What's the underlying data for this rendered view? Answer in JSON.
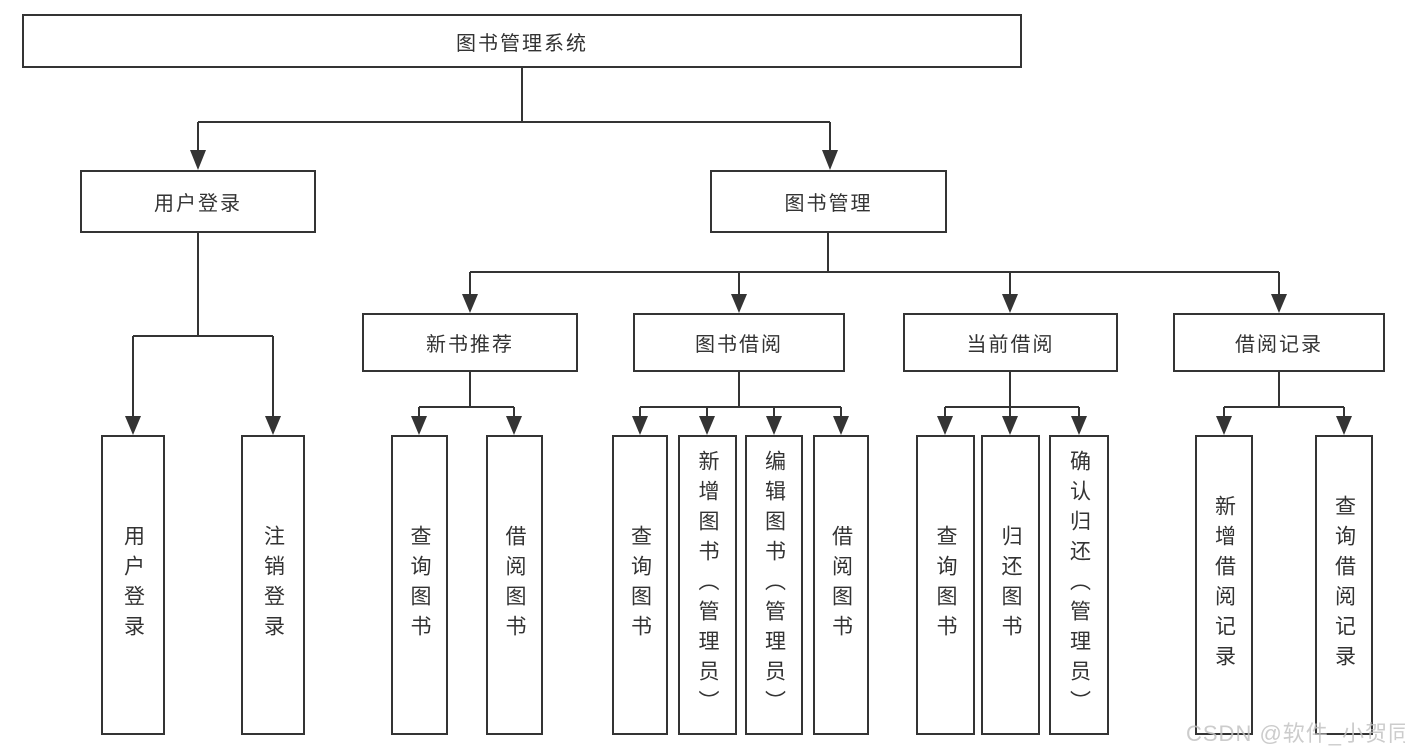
{
  "page": {
    "background": "#ffffff"
  },
  "colors": {
    "line": "#343434",
    "box_border": "#343434",
    "text": "#333333",
    "watermark_text": "#c3c3c3"
  },
  "tree": {
    "root": {
      "label": "图书管理系统"
    },
    "level2": [
      {
        "label": "用户登录",
        "children": [
          {
            "label": "用户登录"
          },
          {
            "label": "注销登录"
          }
        ]
      },
      {
        "label": "图书管理",
        "children": [
          {
            "label": "新书推荐",
            "children": [
              {
                "label": "查询图书"
              },
              {
                "label": "借阅图书"
              }
            ]
          },
          {
            "label": "图书借阅",
            "children": [
              {
                "label": "查询图书"
              },
              {
                "label": "新增图书（管理员）"
              },
              {
                "label": "编辑图书（管理员）"
              },
              {
                "label": "借阅图书"
              }
            ]
          },
          {
            "label": "当前借阅",
            "children": [
              {
                "label": "查询图书"
              },
              {
                "label": "归还图书"
              },
              {
                "label": "确认归还（管理员）"
              }
            ]
          },
          {
            "label": "借阅记录",
            "children": [
              {
                "label": "新增借阅记录"
              },
              {
                "label": "查询借阅记录"
              }
            ]
          }
        ]
      }
    ]
  },
  "watermark": {
    "text": "CSDN @软件_小贺同学"
  }
}
